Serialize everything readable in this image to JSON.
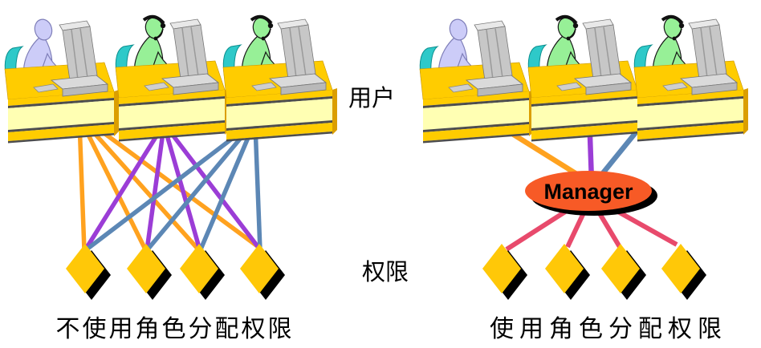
{
  "page": {
    "background": "#FFFFFF",
    "description": "对比图：直接给用户分配权限 与 通过角色(Manager)分配权限"
  },
  "labels": {
    "users_label": "用户",
    "permissions_label": "权限",
    "manager_label": "Manager",
    "left_caption": "不使用角色分配权限",
    "right_caption": "使用角色分配权限"
  },
  "colors": {
    "user1_line": "#FFA21F",
    "user2_line": "#9B3DD6",
    "user3_line": "#5C87B5",
    "role_link_line": "#E84A6C",
    "manager_fill": "#F75A26",
    "permission_fill": "#FFC808",
    "person_lavender": "#CCCCF8",
    "person_green": "#97F097",
    "chair_teal": "#2EC9C9",
    "desk_gold": "#FFCC00",
    "desk_front": "#FFFFB3"
  },
  "structure": {
    "left_panel": {
      "users": [
        "user-1",
        "user-2",
        "user-3"
      ],
      "permission_count": 4,
      "links": "每个用户用单独的连线直接连接到全部4个权限（12条交叉线，按用户着色）"
    },
    "right_panel": {
      "users": [
        "user-1",
        "user-2",
        "user-3"
      ],
      "role": "Manager",
      "permission_count": 4,
      "links": "每个用户连接到 Manager 角色，角色再连接到全部4个权限"
    }
  }
}
